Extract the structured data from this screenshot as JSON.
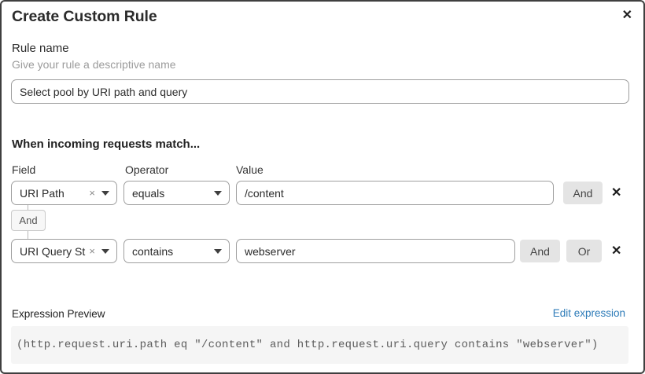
{
  "dialog": {
    "title": "Create Custom Rule",
    "close_icon": "✕"
  },
  "rule_name": {
    "label": "Rule name",
    "helper": "Give your rule a descriptive name",
    "value": "Select pool by URI path and query"
  },
  "match_section": {
    "heading": "When incoming requests match...",
    "columns": {
      "field": "Field",
      "operator": "Operator",
      "value": "Value"
    },
    "rows": [
      {
        "field": "URI Path",
        "operator": "equals",
        "value": "/content",
        "and_button": "And",
        "remove_icon": "✕",
        "clear_icon": "×"
      },
      {
        "field": "URI Query St...",
        "operator": "contains",
        "value": "webserver",
        "and_button": "And",
        "or_button": "Or",
        "remove_icon": "✕",
        "clear_icon": "×"
      }
    ],
    "connector_label": "And"
  },
  "expression": {
    "label": "Expression Preview",
    "edit_link": "Edit expression",
    "code": "(http.request.uri.path eq \"/content\" and http.request.uri.query contains \"webserver\")"
  },
  "colors": {
    "link_blue": "#2d7bb8",
    "button_gray": "#e4e4e4",
    "input_border": "#9e9e9e",
    "code_background": "#f5f5f5",
    "dialog_border": "#3f3f3f"
  }
}
